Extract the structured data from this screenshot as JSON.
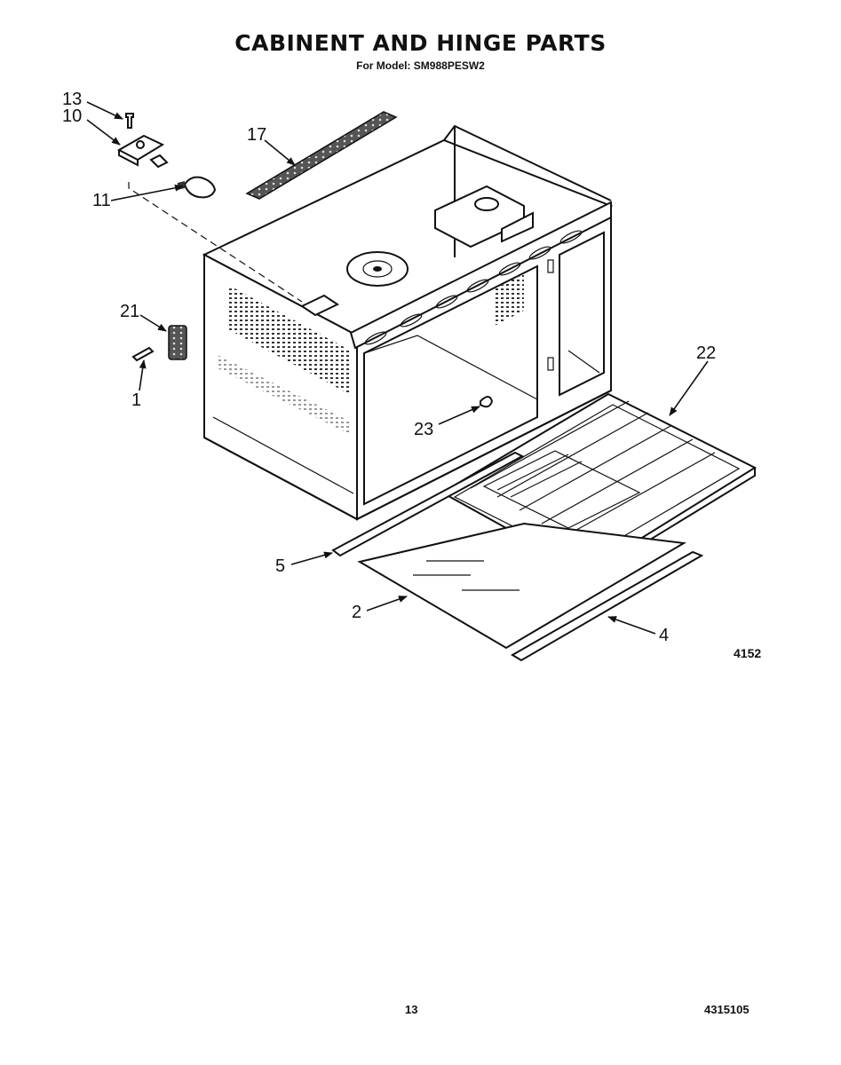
{
  "title": "CABINENT AND HINGE PARTS",
  "subtitle": "For Model: SM988PESW2",
  "callouts": [
    "13",
    "10",
    "17",
    "11",
    "21",
    "1",
    "22",
    "23",
    "5",
    "2",
    "4"
  ],
  "figure_number": "4152",
  "page_number": "13",
  "document_number": "4315105"
}
